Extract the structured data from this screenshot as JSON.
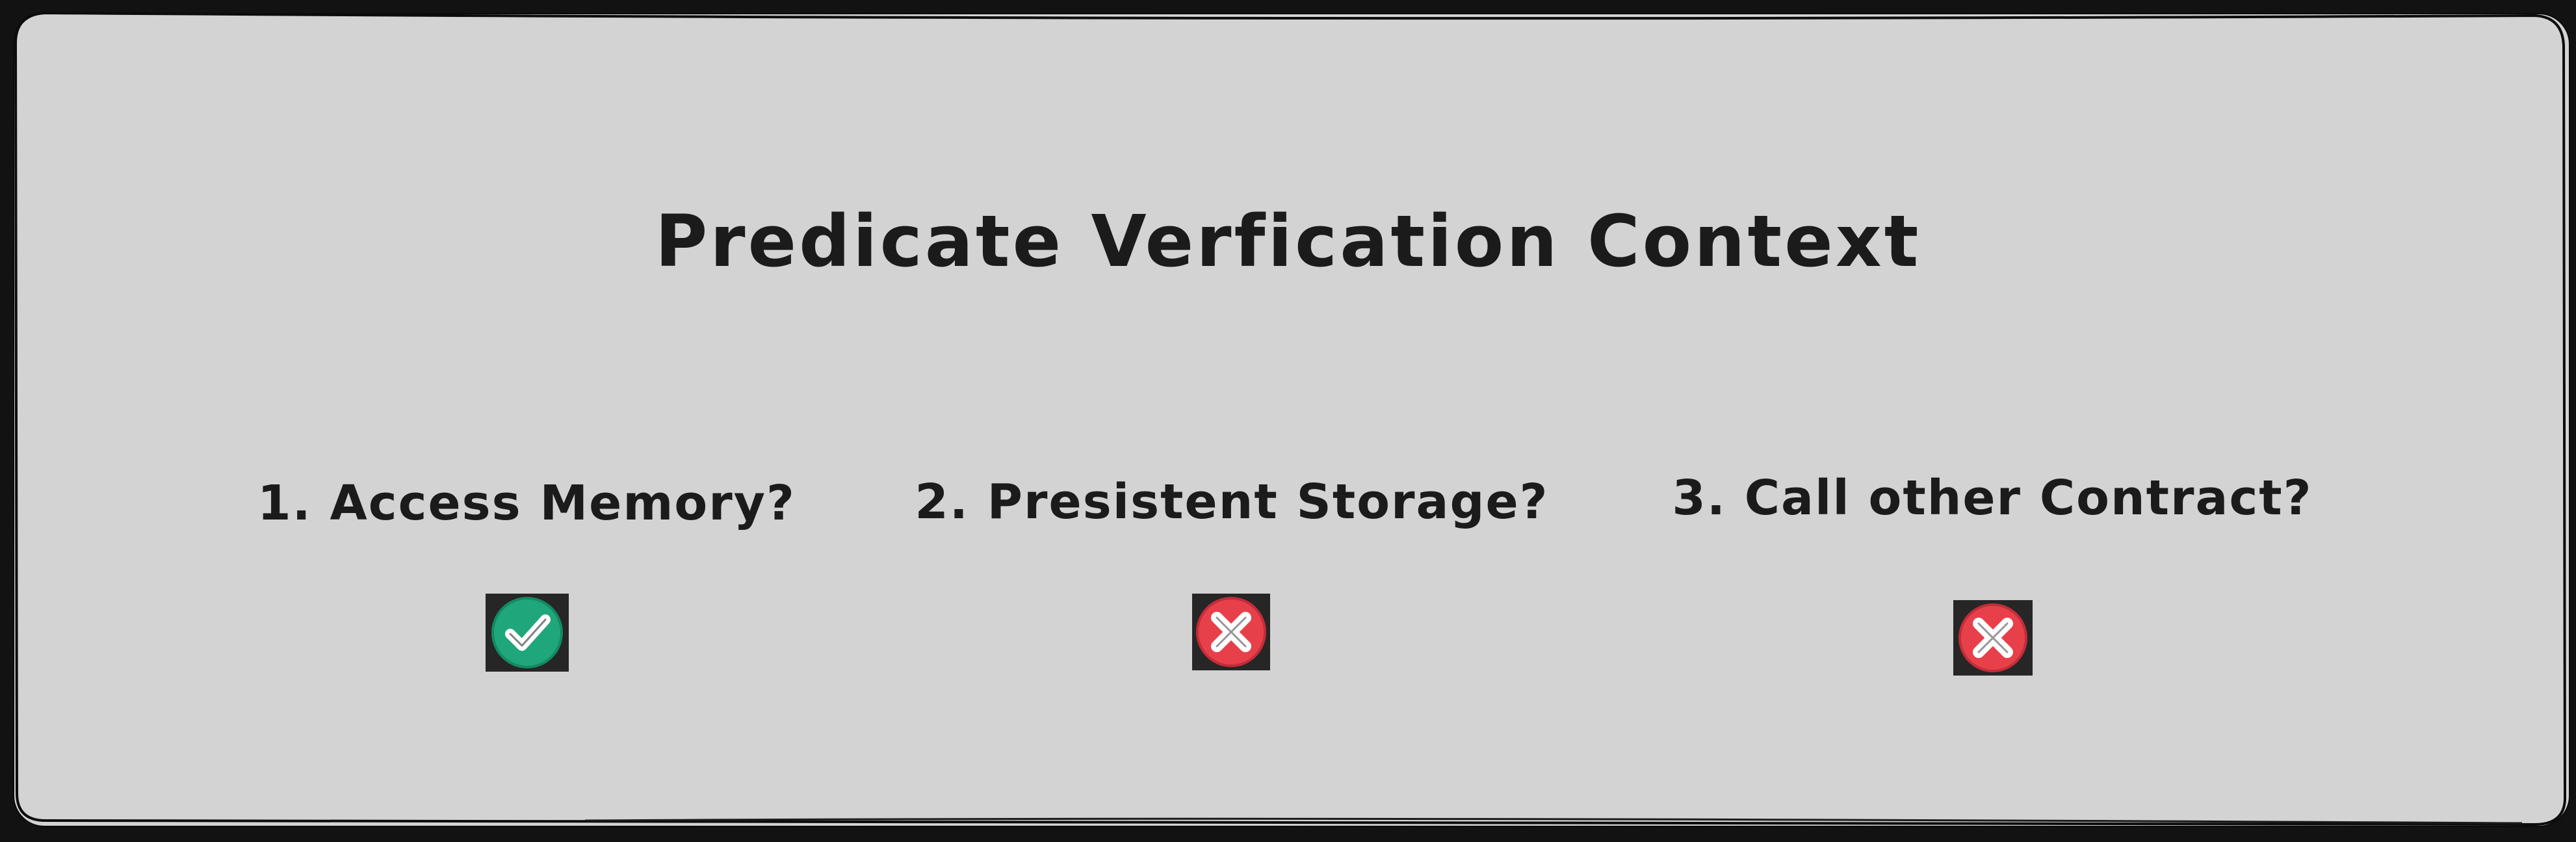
{
  "diagram": {
    "title": "Predicate Verfication Context",
    "checks": [
      {
        "label": "1. Access Memory?",
        "result": "allowed",
        "icon": "check-circle-icon",
        "color": "#1fa67a"
      },
      {
        "label": "2. Presistent Storage?",
        "result": "denied",
        "icon": "x-circle-icon",
        "color": "#e8404b"
      },
      {
        "label": "3. Call other Contract?",
        "result": "denied",
        "icon": "x-circle-icon",
        "color": "#e8404b"
      }
    ]
  }
}
